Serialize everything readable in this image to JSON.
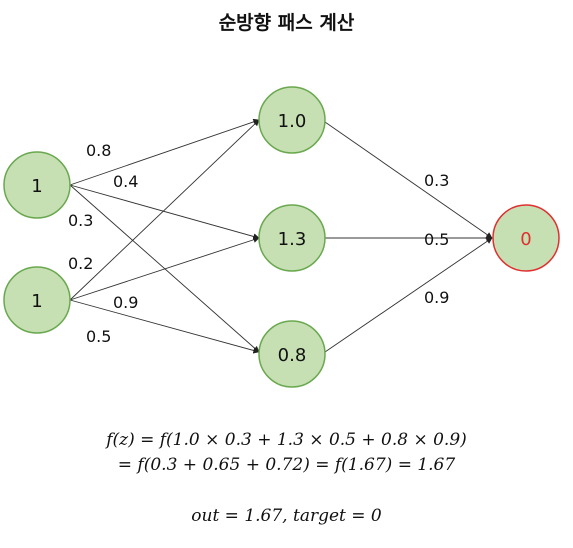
{
  "title": "순방향 패스 계산",
  "nodes": {
    "input1": "1",
    "input2": "1",
    "hidden1": "1.0",
    "hidden2": "1.3",
    "hidden3": "0.8",
    "output": "0"
  },
  "weights": {
    "i1_h1": "0.8",
    "i1_h2": "0.4",
    "i1_h3": "0.3",
    "i2_h1": "0.2",
    "i2_h2": "0.9",
    "i2_h3": "0.5",
    "h1_o": "0.3",
    "h2_o": "0.5",
    "h3_o": "0.9"
  },
  "formula": {
    "line1": "f(z) = f(1.0 × 0.3 + 1.3 × 0.5 + 0.8 × 0.9)",
    "line2": "= f(0.3 + 0.65 + 0.72) = f(1.67) = 1.67",
    "line3": "out = 1.67, target = 0"
  },
  "colors": {
    "node_fill": "#c6e0b4",
    "node_stroke": "#6aa84f",
    "output_stroke": "#e03030",
    "output_text": "#e03030"
  }
}
